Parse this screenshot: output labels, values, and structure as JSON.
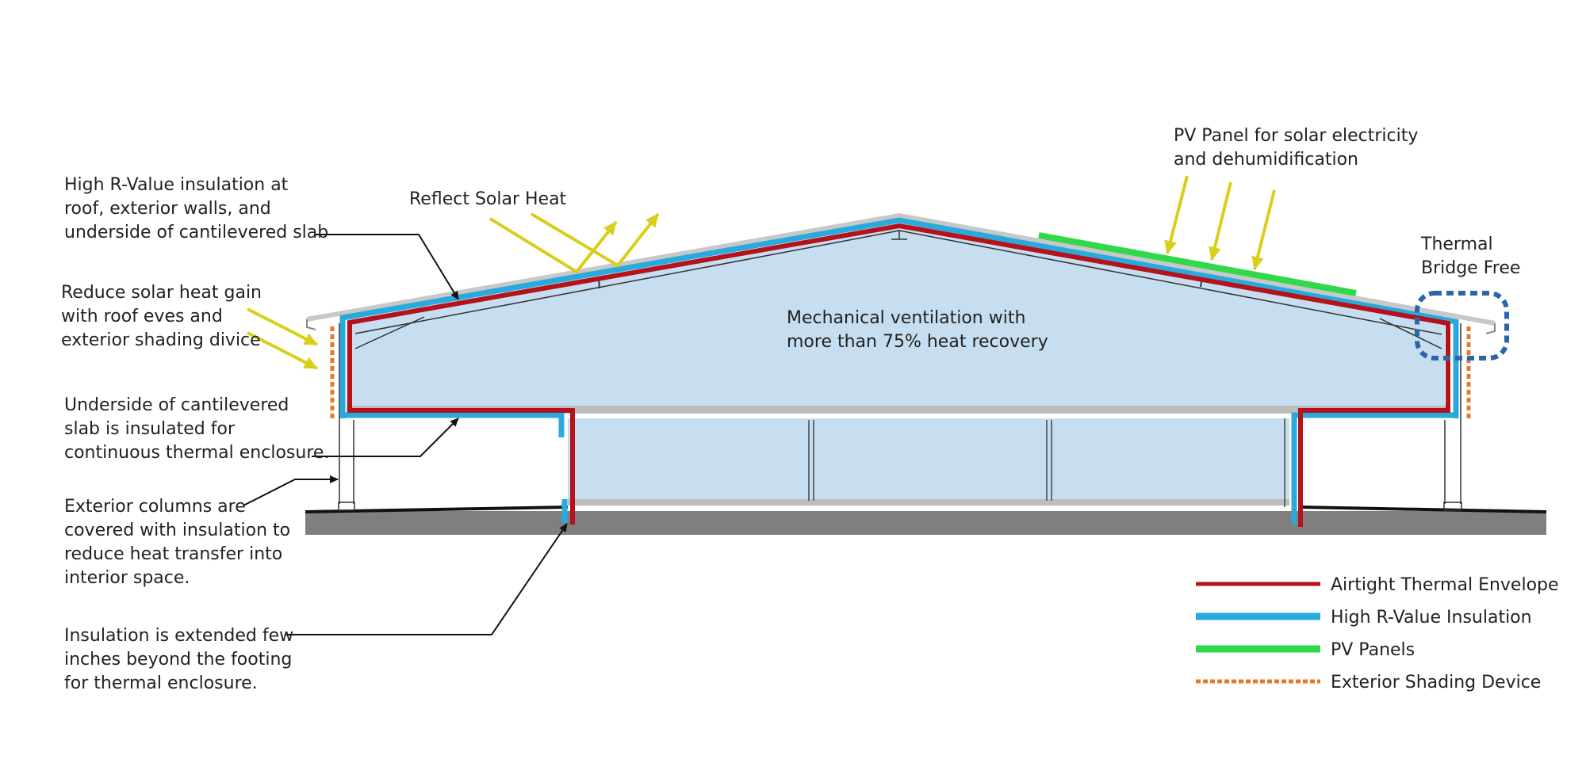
{
  "annotations": {
    "roof_insulation": [
      "High R-Value insulation at",
      "roof, exterior walls, and",
      "underside of cantilevered slab"
    ],
    "reflect_solar": "Reflect Solar Heat",
    "pv_panel": [
      "PV Panel for solar electricity",
      "and dehumidification"
    ],
    "thermal_bridge": [
      "Thermal",
      "Bridge Free"
    ],
    "reduce_solar": [
      "Reduce solar heat gain",
      "with roof eves and",
      "exterior shading divice"
    ],
    "ventilation": [
      "Mechanical ventilation with",
      "more than 75% heat recovery"
    ],
    "cantilever_slab": [
      "Underside of cantilevered",
      "slab is insulated for",
      "continuous thermal enclosure."
    ],
    "exterior_columns": [
      "Exterior columns are",
      "covered with insulation to",
      "reduce heat transfer into",
      "interior space."
    ],
    "footing": [
      "Insulation is extended few",
      "inches beyond the footing",
      "for thermal enclosure."
    ]
  },
  "legend": [
    {
      "label": "Airtight Thermal Envelope",
      "color": "#b5121b",
      "style": "solid"
    },
    {
      "label": "High R-Value Insulation",
      "color": "#29aadc",
      "style": "solid"
    },
    {
      "label": "PV Panels",
      "color": "#2fd94a",
      "style": "solid"
    },
    {
      "label": "Exterior Shading Device",
      "color": "#e8782a",
      "style": "dashed"
    }
  ],
  "colors": {
    "interior_fill": "#c6def0",
    "ground": "#7f7f7f",
    "solar_arrow": "#d9cf1a",
    "thermal_bridge_circle": "#2b66a8",
    "roof_cladding": "#c8c8c8"
  }
}
